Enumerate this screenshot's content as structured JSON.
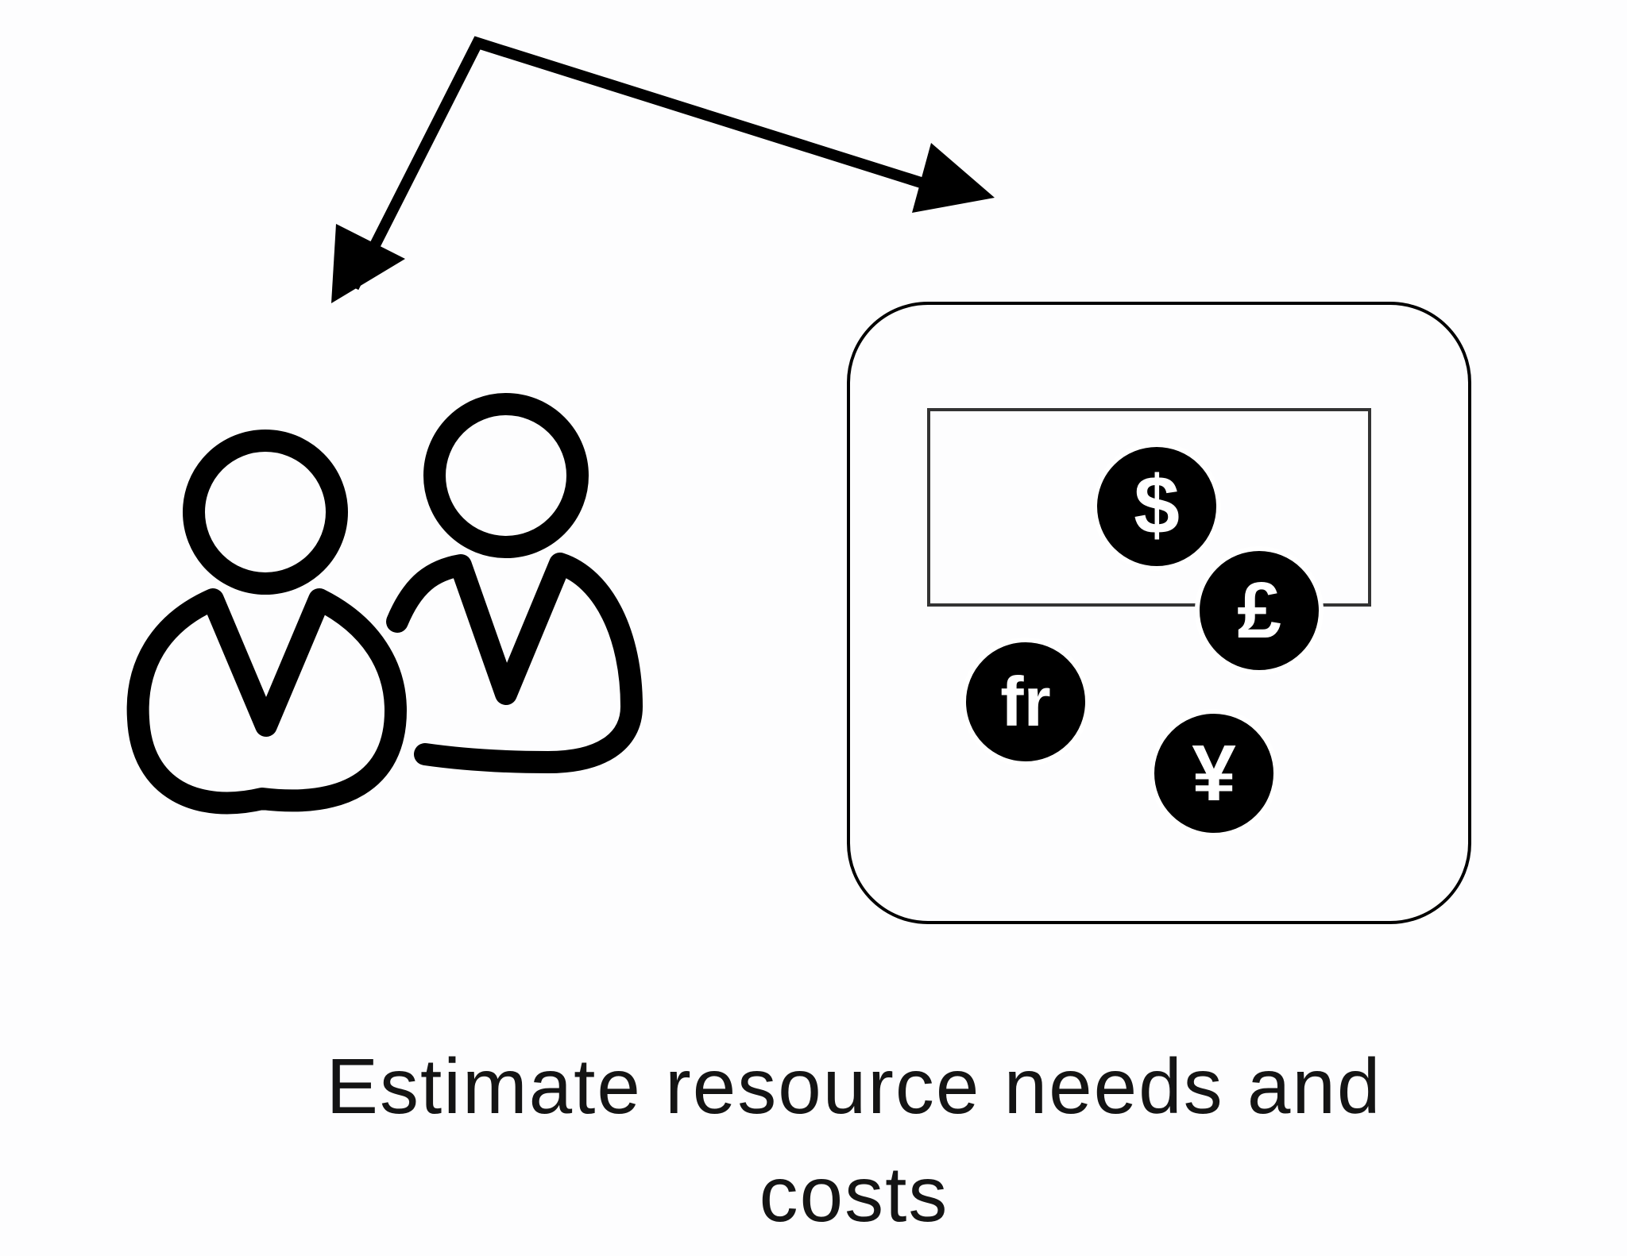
{
  "caption": {
    "line1": "Estimate resource needs and",
    "line2": "costs"
  },
  "icons": {
    "arrow": "double-headed-elbow-arrow-icon",
    "people": "two-people-icon",
    "currency_box": "currency-calculator-icon",
    "currency_symbols": [
      "$",
      "£",
      "fr",
      "¥"
    ]
  },
  "colors": {
    "stroke": "#000000",
    "background": "#fdfdfe",
    "text": "#141414"
  }
}
